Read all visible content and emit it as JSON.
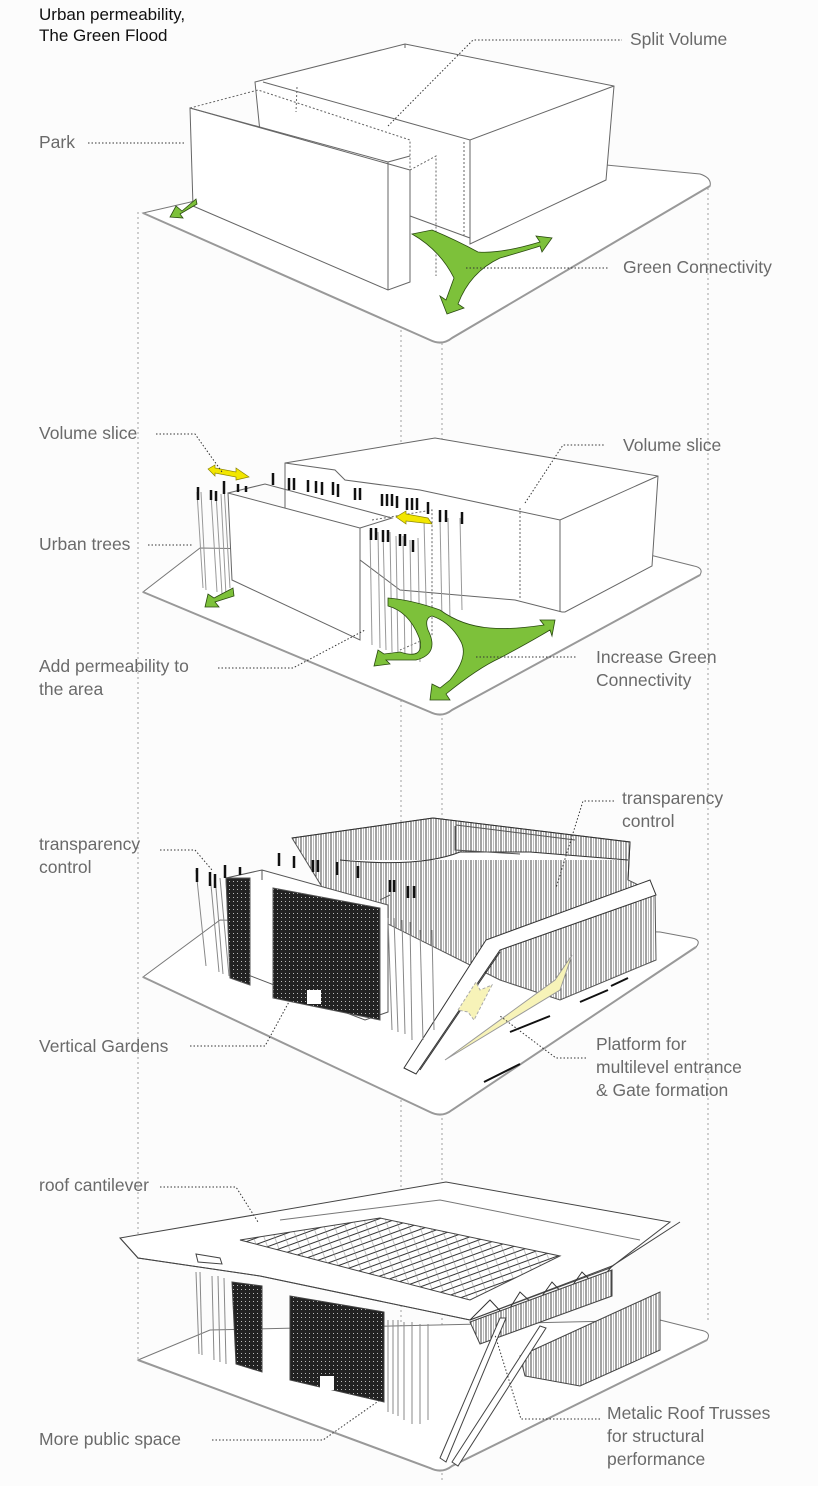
{
  "title": {
    "line1": "Urban permeability,",
    "line2": "The Green Flood"
  },
  "colors": {
    "background": "#fcfcfc",
    "line": "#555555",
    "guide": "#9a9a9a",
    "label_text": "#6a6a6a",
    "title_text": "#111111",
    "green_flow": "#7dc13a",
    "yellow_arrow": "#f2e600",
    "platform_highlight": "#f7f3b8",
    "vertical_garden": "#1e1e1e"
  },
  "stages": [
    {
      "id": "stage-1",
      "labels": [
        {
          "name": "park",
          "lines": [
            "Park"
          ]
        },
        {
          "name": "split-volume",
          "lines": [
            "Split Volume"
          ]
        },
        {
          "name": "green-connectivity",
          "lines": [
            "Green Connectivity"
          ]
        }
      ]
    },
    {
      "id": "stage-2",
      "labels": [
        {
          "name": "volume-slice-left",
          "lines": [
            "Volume slice"
          ]
        },
        {
          "name": "volume-slice-right",
          "lines": [
            "Volume slice"
          ]
        },
        {
          "name": "urban-trees",
          "lines": [
            "Urban trees"
          ]
        },
        {
          "name": "add-permeability",
          "lines": [
            "Add permeability to",
            "the area"
          ]
        },
        {
          "name": "increase-green-connectivity",
          "lines": [
            "Increase Green",
            "Connectivity"
          ]
        }
      ]
    },
    {
      "id": "stage-3",
      "labels": [
        {
          "name": "transparency-control-left",
          "lines": [
            "transparency",
            "control"
          ]
        },
        {
          "name": "transparency-control-right",
          "lines": [
            "transparency",
            "control"
          ]
        },
        {
          "name": "vertical-gardens",
          "lines": [
            "Vertical Gardens"
          ]
        },
        {
          "name": "platform-entrance",
          "lines": [
            "Platform for",
            "multilevel entrance",
            "& Gate formation"
          ]
        }
      ]
    },
    {
      "id": "stage-4",
      "labels": [
        {
          "name": "roof-cantilever",
          "lines": [
            "roof cantilever"
          ]
        },
        {
          "name": "more-public-space",
          "lines": [
            "More public space"
          ]
        },
        {
          "name": "metalic-roof-trusses",
          "lines": [
            "Metalic Roof Trusses",
            "for structural",
            "performance"
          ]
        }
      ]
    }
  ]
}
